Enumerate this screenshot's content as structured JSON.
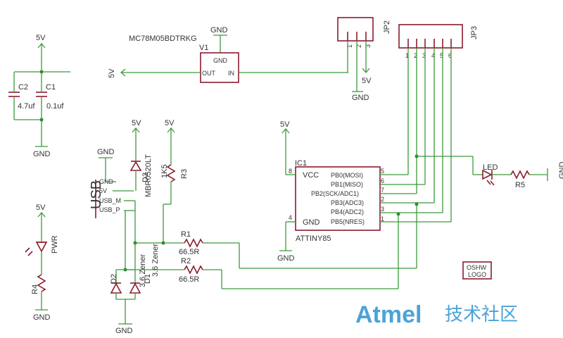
{
  "labels": {
    "v5": "5V",
    "gnd": "GND",
    "reg_name": "MC78M05BDTRKG",
    "reg_ref": "V1",
    "reg_gnd": "GND",
    "reg_out": "OUT",
    "reg_in": "IN",
    "c2": "C2",
    "c2_val": "4.7uf",
    "c1": "C1",
    "c1_val": "0.1uf",
    "jp2": "JP2",
    "jp3": "JP3",
    "usb": "USB",
    "usb_gnd": "GND",
    "usb_5v": "5V",
    "usb_m": "USB_M",
    "usb_p": "USB_P",
    "d3": "D3",
    "d3_part": "MBR0520LT",
    "r3": "R3",
    "r3_val": "1K5",
    "r1": "R1",
    "r1_val": "66.5R",
    "r2": "R2",
    "r2_val": "66.5R",
    "d1": "D1",
    "d1_val": "3.6 Zener",
    "d2": "D2",
    "d2_val": "3.6 Zener",
    "pwr": "PWR",
    "r4": "R4",
    "ic_ref": "IC1",
    "ic_name": "ATTINY85",
    "ic_vcc": "VCC",
    "ic_gnd": "GND",
    "pb0": "PB0(MOSI)",
    "pb1": "PB1(MISO)",
    "pb2": "PB2(SCK/ADC1)",
    "pb3": "PB3(ADC3)",
    "pb4": "PB4(ADC2)",
    "pb5": "PB5(NRES)",
    "led": "LED",
    "r5": "R5",
    "oshw1": "OSHW",
    "oshw2": "LOGO",
    "watermark_brand": "Atmel",
    "watermark_text": "技术社区"
  },
  "pins": {
    "p1": "1",
    "p2": "2",
    "p3": "3",
    "p4": "4",
    "p5": "5",
    "p6": "6",
    "p7": "7",
    "p8": "8"
  }
}
